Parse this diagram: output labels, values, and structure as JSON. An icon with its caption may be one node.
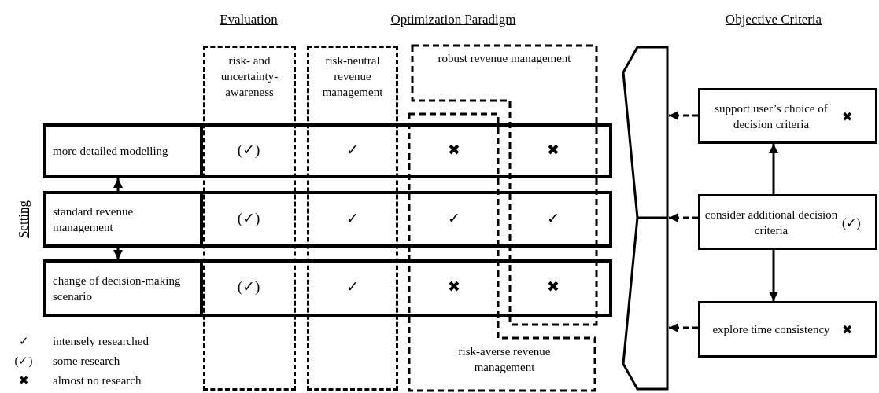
{
  "diagram": {
    "nodes": [
      {
        "text": [
          "risk- and uncertainty-awareness"
        ]
      },
      {
        "text": [
          "risk-neutral revenue management"
        ]
      },
      {
        "text": [
          "robust revenue management"
        ]
      },
      {
        "text": [
          "risk-averse revenue management"
        ]
      },
      {
        "text": [
          "more detailed modelling"
        ]
      },
      {
        "text": [
          "standard revenue management"
        ]
      },
      {
        "text": [
          "change of decision-making scenario"
        ]
      },
      {
        "text": [],
        "shape": "bracket"
      },
      {
        "text": [
          "support user’s choice of decision criteria",
          "✖"
        ]
      },
      {
        "text": [
          "consider additional decision criteria",
          "(✓)"
        ]
      },
      {
        "text": [
          "explore time consistency",
          "✖"
        ]
      }
    ],
    "edges": [
      {
        "from": 5,
        "to": 4,
        "arrow": "to"
      },
      {
        "from": 5,
        "to": 6,
        "arrow": "to"
      },
      {
        "from": 9,
        "to": 8,
        "arrow": "to"
      },
      {
        "from": 9,
        "to": 10,
        "arrow": "to"
      },
      {
        "from": 8,
        "to": 7,
        "arrow": "to",
        "style": "dashed"
      },
      {
        "from": 9,
        "to": 7,
        "arrow": "to",
        "style": "dashed"
      },
      {
        "from": 10,
        "to": 7,
        "arrow": "to",
        "style": "dashed"
      }
    ],
    "labels": [
      "Evaluation",
      "Optimization Paradigm",
      "Objective Criteria",
      "Setting",
      "(✓)",
      "✓",
      "✖",
      "✖",
      "(✓)",
      "✓",
      "✓",
      "✓",
      "(✓)",
      "✓",
      "✖",
      "✖",
      "✓",
      "(✓)",
      "✖"
    ],
    "legend": [
      {
        "text": "intensely researched"
      },
      {
        "text": "some research"
      },
      {
        "text": "almost no research"
      }
    ]
  }
}
